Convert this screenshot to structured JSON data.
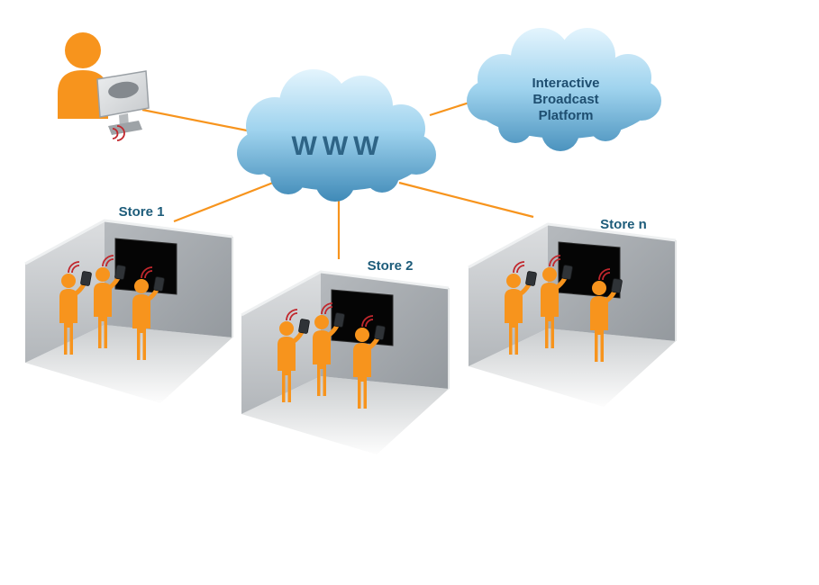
{
  "clouds": {
    "www": {
      "label": "WWW"
    },
    "platform": {
      "lines": [
        "Interactive",
        "Broadcast",
        "Platform"
      ]
    }
  },
  "stores": [
    {
      "label": "Store 1"
    },
    {
      "label": "Store 2"
    },
    {
      "label": "Store n"
    }
  ],
  "icons": {
    "www_cloud": "cloud-shape",
    "platform_cloud": "cloud-shape",
    "broadcaster": "person-silhouette-with-monitor",
    "shopper": "person-silhouette-with-tablet",
    "tv": "flat-screen-tv",
    "wifi": "red-signal-arcs",
    "connector": "orange-line"
  },
  "colors": {
    "accent_orange": "#F7941D",
    "signal_red": "#C1272D",
    "label_blue": "#1D5C7A",
    "cloud_light_blue": "#DDF1FC",
    "cloud_dark_blue": "#3D88B6",
    "wall_gray": "#A9ADB2",
    "tv_black": "#050505"
  }
}
